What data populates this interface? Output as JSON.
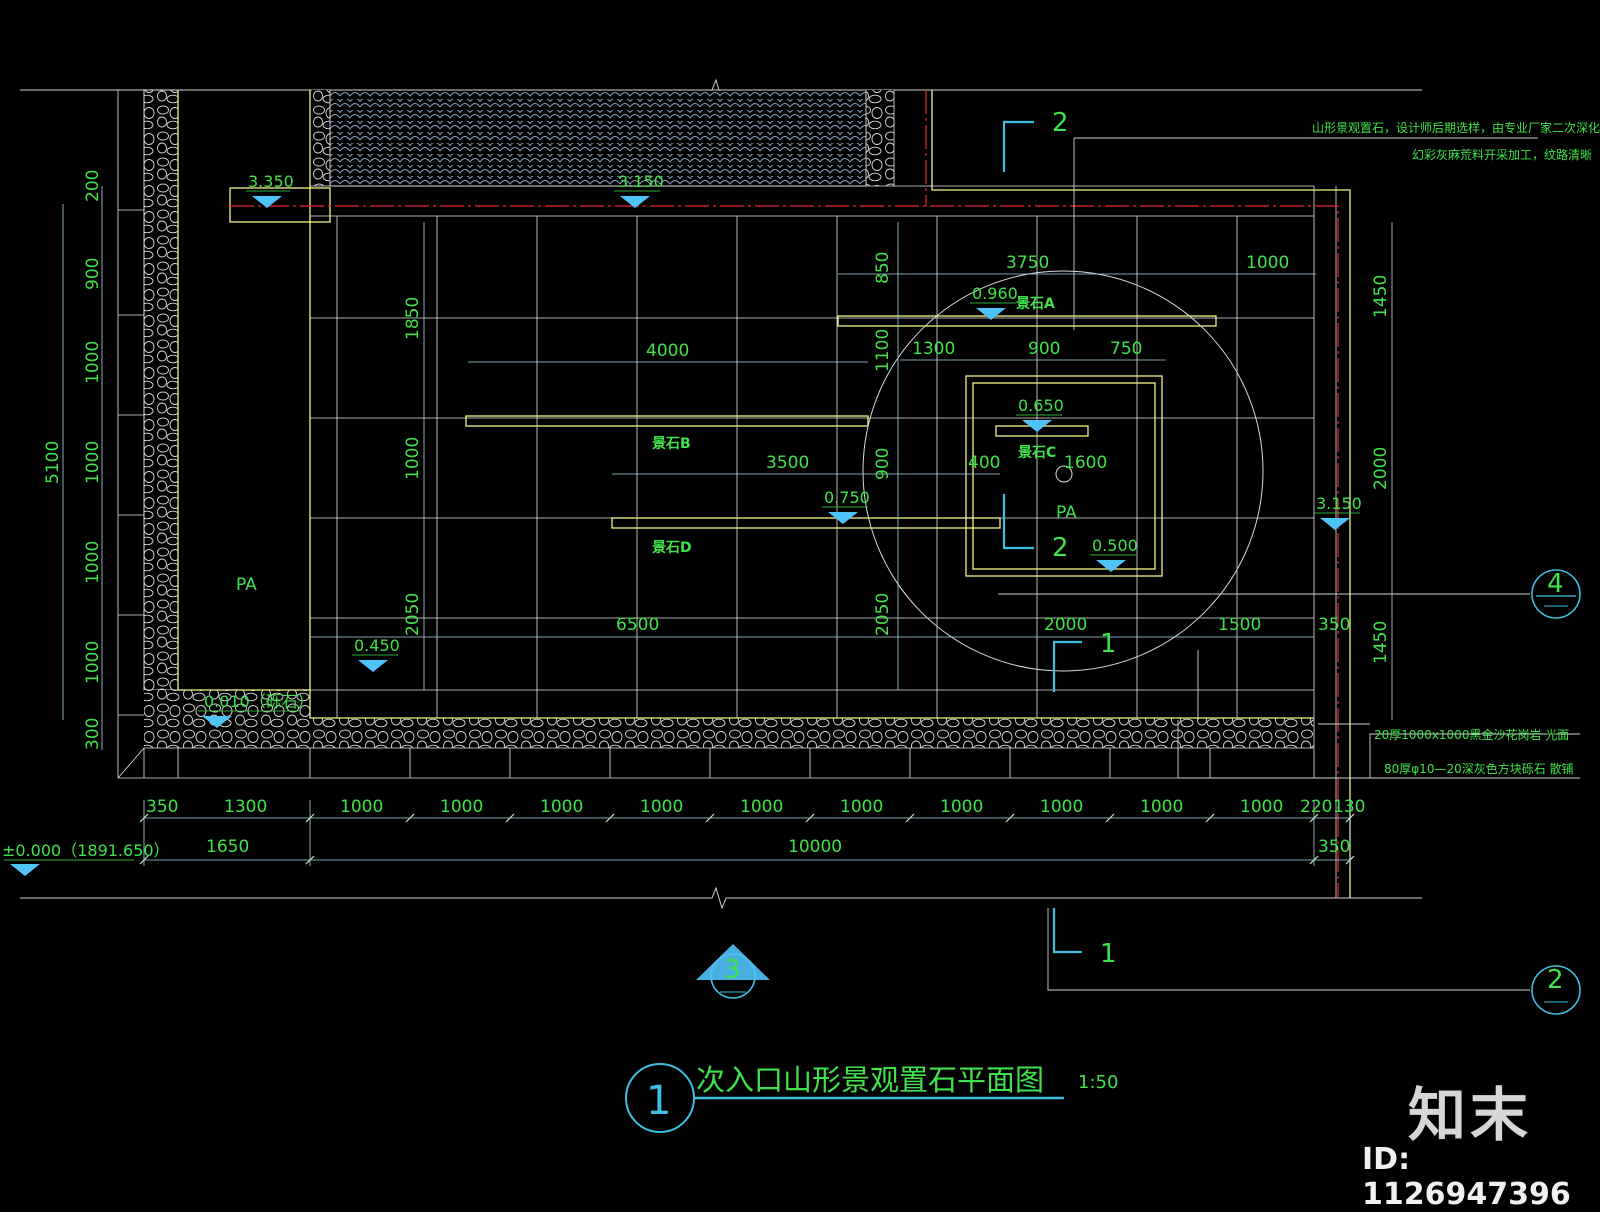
{
  "title": {
    "text": "次入口山形景观置石平面图",
    "scale": "1:50",
    "number": "1"
  },
  "top_note": {
    "line1": "山形景观置石，设计师后期选样，由专业厂家二次深化",
    "line2": "幻彩灰麻荒料开采加工，纹路清晰"
  },
  "material_notes": [
    "20厚1000x1000黑金沙花岗岩  光面",
    "80厚φ10—20深灰色方块砾石  散铺"
  ],
  "levels": {
    "l_3350": "3.350",
    "l_3150_top": "3.150",
    "l_0960": "0.960",
    "l_0650": "0.650",
    "l_0750": "0.750",
    "l_0500": "0.500",
    "l_3150_right": "3.150",
    "l_0450": "0.450",
    "l_0010": "0.010（砾石）",
    "datum": "±0.000（1891.650）"
  },
  "stone_labels": {
    "a": "景石A",
    "b": "景石B",
    "c": "景石C",
    "d": "景石D"
  },
  "area_labels": {
    "pa_left": "PA",
    "pa_right": "PA"
  },
  "section_marks": {
    "s2_top": "2",
    "s2_mid": "2",
    "s1_mid": "1",
    "s1_bottom": "1"
  },
  "detail_marks": {
    "d4": "4",
    "d3": "3",
    "d2": "2"
  },
  "dims_bottom_row1": [
    "350",
    "1300",
    "1000",
    "1000",
    "1000",
    "1000",
    "1000",
    "1000",
    "1000",
    "1000",
    "1000",
    "1000",
    "220",
    "130"
  ],
  "dims_bottom_row2": [
    "1650",
    "10000",
    "350"
  ],
  "dims_left": {
    "d200": "200",
    "d900": "900",
    "d1000a": "1000",
    "d1000b": "1000",
    "d1000c": "1000",
    "d1000d": "1000",
    "d300": "300",
    "total": "5100"
  },
  "dims_right": {
    "d1450a": "1450",
    "d2000": "2000",
    "d1450b": "1450"
  },
  "dims_inner": {
    "d3750": "3750",
    "d1000": "1000",
    "d850": "850",
    "d1300": "1300",
    "d900h": "900",
    "d750": "750",
    "d4000": "4000",
    "d1100": "1100",
    "d1850": "1850",
    "d1000v": "1000",
    "d3500": "3500",
    "d900v": "900",
    "d400": "400",
    "d1600": "1600",
    "d6500": "6500",
    "d2050a": "2050",
    "d2050b": "2050",
    "d2000": "2000",
    "d1500": "1500",
    "d350": "350"
  },
  "watermark": {
    "brand": "知末",
    "id": "ID: 1126947396"
  },
  "colors": {
    "text": "#3fe24a",
    "outline": "#f2f28a",
    "grid": "#ffffff",
    "dim_line": "#a8d8e8",
    "red_axis": "#e82828",
    "level_marker": "#4fc3f7",
    "section_mark": "#3fbfe0",
    "background": "#000000"
  }
}
